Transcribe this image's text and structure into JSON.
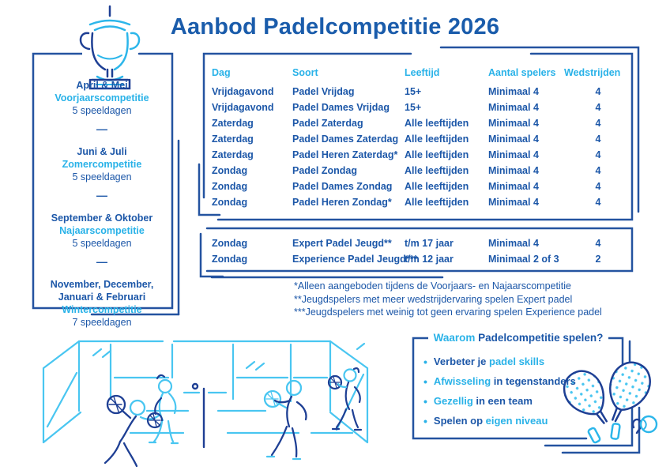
{
  "page": {
    "title": "Aanbod Padelcompetitie 2026"
  },
  "colors": {
    "navy": "#2453a0",
    "blue": "#1c57a8",
    "cyan": "#29b2e8"
  },
  "icons": {
    "trophy": "trophy-icon",
    "court": "padel-court-illustration",
    "rackets": "padel-rackets-illustration"
  },
  "seasons": {
    "separator": "—",
    "items": [
      {
        "months": "April & Mei",
        "name": "Voorjaarscompetitie",
        "days": "5 speeldagen"
      },
      {
        "months": "Juni & Juli",
        "name": "Zomercompetitie",
        "days": "5 speeldagen"
      },
      {
        "months": "September & Oktober",
        "name": "Najaarscompetitie",
        "days": "5 speeldagen"
      },
      {
        "months": "November, December,\nJanuari & Februari",
        "name": "Wintercompetitie",
        "days": "7 speeldagen"
      }
    ]
  },
  "table": {
    "headers": [
      "Dag",
      "Soort",
      "Leeftijd",
      "Aantal spelers",
      "Wedstrijden"
    ],
    "rows": [
      [
        "Vrijdagavond",
        "Padel Vrijdag",
        "15+",
        "Minimaal 4",
        "4"
      ],
      [
        "Vrijdagavond",
        "Padel Dames Vrijdag",
        "15+",
        "Minimaal 4",
        "4"
      ],
      [
        "Zaterdag",
        "Padel Zaterdag",
        "Alle leeftijden",
        "Minimaal 4",
        "4"
      ],
      [
        "Zaterdag",
        "Padel Dames Zaterdag",
        "Alle leeftijden",
        "Minimaal 4",
        "4"
      ],
      [
        "Zaterdag",
        "Padel Heren Zaterdag*",
        "Alle leeftijden",
        "Minimaal 4",
        "4"
      ],
      [
        "Zondag",
        "Padel Zondag",
        "Alle leeftijden",
        "Minimaal 4",
        "4"
      ],
      [
        "Zondag",
        "Padel Dames Zondag",
        "Alle leeftijden",
        "Minimaal 4",
        "4"
      ],
      [
        "Zondag",
        "Padel Heren Zondag*",
        "Alle leeftijden",
        "Minimaal 4",
        "4"
      ]
    ]
  },
  "youth_table": {
    "rows": [
      [
        "Zondag",
        "Expert Padel Jeugd**",
        "t/m 17 jaar",
        "Minimaal 4",
        "4"
      ],
      [
        "Zondag",
        "Experience Padel Jeugd***",
        "t/m 12 jaar",
        "Minimaal 2 of 3",
        "2"
      ]
    ]
  },
  "footnotes": [
    "*Alleen aangeboden tijdens de Voorjaars- en Najaarscompetitie",
    "**Jeugdspelers met meer wedstrijdervaring spelen Expert padel",
    "***Jeugdspelers met weinig tot geen ervaring spelen Experience padel"
  ],
  "why": {
    "title_accent": "Waarom",
    "title_rest": " Padelcompetitie spelen?",
    "bullet_char": "•",
    "bullets": [
      {
        "pre": "Verbeter je ",
        "accent": "padel skills",
        "post": ""
      },
      {
        "pre": "",
        "accent": "Afwisseling",
        "post": " in tegenstanders"
      },
      {
        "pre": "",
        "accent": "Gezellig",
        "post": " in een team"
      },
      {
        "pre": "Spelen op ",
        "accent": "eigen niveau",
        "post": ""
      }
    ]
  }
}
